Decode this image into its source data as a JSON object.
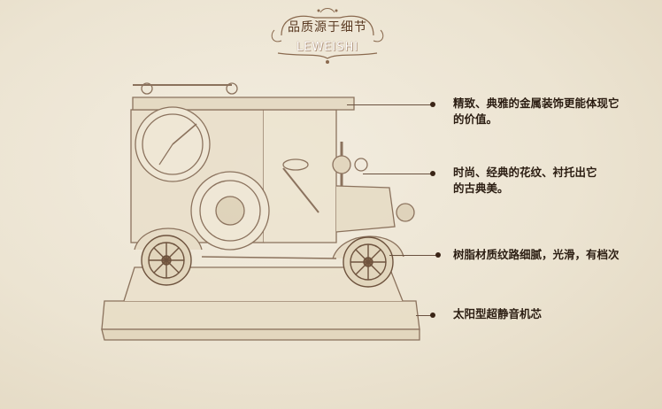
{
  "header": {
    "title": "品质源于细节",
    "subtitle": "LEWEISHI"
  },
  "callouts": [
    {
      "line1": "精致、典雅的金属装饰更能体现它",
      "line2": "的价值。"
    },
    {
      "line1": "时尚、经典的花纹、衬托出它",
      "line2": "的古典美。"
    },
    {
      "line1": "树脂材质纹路细腻，光滑，有档次",
      "line2": ""
    },
    {
      "line1": "太阳型超静音机芯",
      "line2": ""
    }
  ],
  "colors": {
    "ink": "#5a3a22",
    "background": "#ece4d2",
    "accent": "#8a6a4f"
  }
}
